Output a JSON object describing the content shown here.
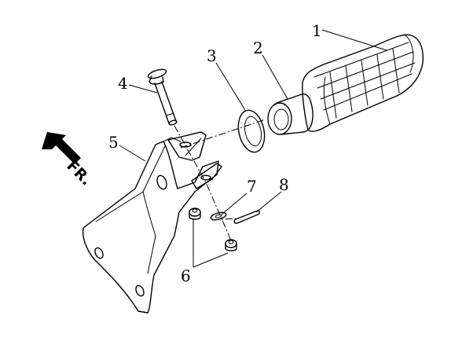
{
  "direction_label": "FR.",
  "callouts": [
    {
      "id": "1",
      "label": "1"
    },
    {
      "id": "2",
      "label": "2"
    },
    {
      "id": "3",
      "label": "3"
    },
    {
      "id": "4",
      "label": "4"
    },
    {
      "id": "5",
      "label": "5"
    },
    {
      "id": "6",
      "label": "6"
    },
    {
      "id": "7",
      "label": "7"
    },
    {
      "id": "8",
      "label": "8"
    }
  ]
}
